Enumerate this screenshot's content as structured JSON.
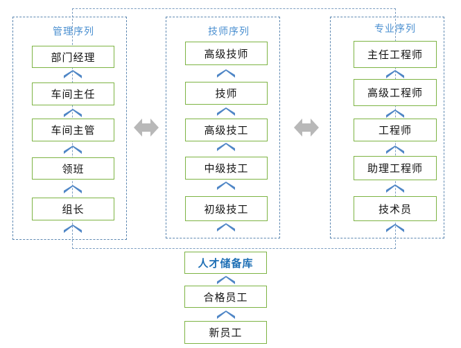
{
  "sequences": {
    "management": {
      "title": "管理序列",
      "items": [
        "部门经理",
        "车间主任",
        "车间主管",
        "领班",
        "组长"
      ]
    },
    "technician": {
      "title": "技师序列",
      "items": [
        "高级技师",
        "技师",
        "高级技工",
        "中级技工",
        "初级技工"
      ]
    },
    "professional": {
      "title": "专业序列",
      "items": [
        "主任工程师",
        "高级工程师",
        "工程师",
        "助理工程师",
        "技术员"
      ]
    }
  },
  "base": {
    "talent_pool": "人才储备库",
    "qualified_staff": "合格员工",
    "new_staff": "新员工"
  },
  "colors": {
    "box_border": "#7cb342",
    "frame_border": "#5b86b0",
    "title_text": "#4a8fd0",
    "chevron": "#4f86c6",
    "side_arrow": "#b8b8b8",
    "pool_text": "#1e6fb5"
  },
  "icons": [
    "chevron-up-icon",
    "double-arrow-icon"
  ]
}
